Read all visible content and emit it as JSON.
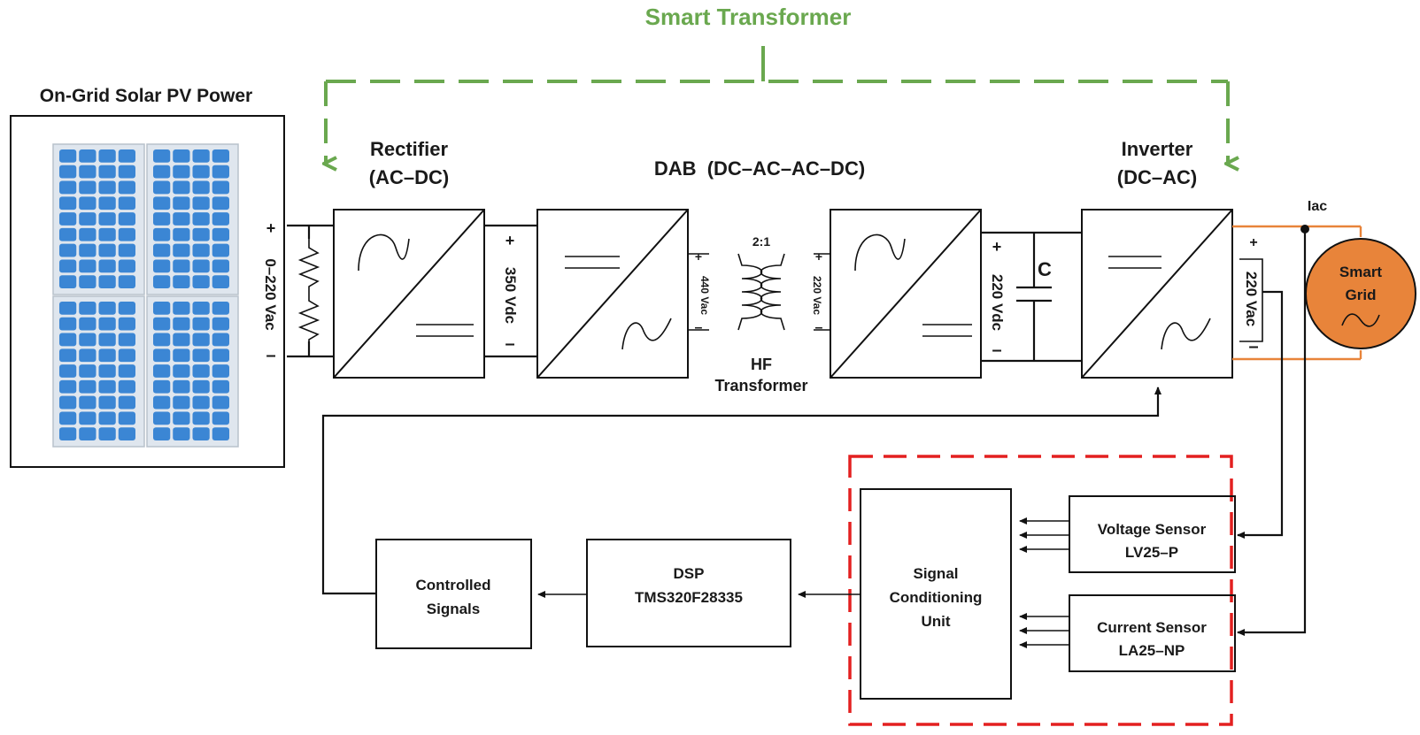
{
  "title": "Smart Transformer",
  "pv_title": "On-Grid Solar PV Power",
  "pv_voltage": "0–220 Vac",
  "rectifier": {
    "line1": "Rectifier",
    "line2": "(AC–DC)",
    "out_voltage": "350 Vdc"
  },
  "dab": {
    "label": "DAB  (DC–AC–AC–DC)",
    "ratio": "2:1",
    "primary": "440 Vac",
    "secondary": "220 Vac",
    "hf_line1": "HF",
    "hf_line2": "Transformer",
    "out_voltage": "220 Vdc"
  },
  "capacitor": "C",
  "inverter": {
    "line1": "Inverter",
    "line2": "(DC–AC)",
    "out_voltage": "220 Vac"
  },
  "current_label": "Iac",
  "grid": {
    "line1": "Smart",
    "line2": "Grid"
  },
  "plus": "+",
  "minus": "–",
  "voltage_sensor": {
    "line1": "Voltage Sensor",
    "line2": "LV25–P"
  },
  "current_sensor": {
    "line1": "Current Sensor",
    "line2": "LA25–NP"
  },
  "signal_unit": {
    "line1": "Signal",
    "line2": "Conditioning",
    "line3": "Unit"
  },
  "dsp": {
    "line1": "DSP",
    "line2": "TMS320F28335"
  },
  "controlled": {
    "line1": "Controlled",
    "line2": "Signals"
  },
  "colors": {
    "green": "#6aa84f",
    "red": "#e32020",
    "orange": "#e8843a",
    "solar": "#3b86d4"
  }
}
